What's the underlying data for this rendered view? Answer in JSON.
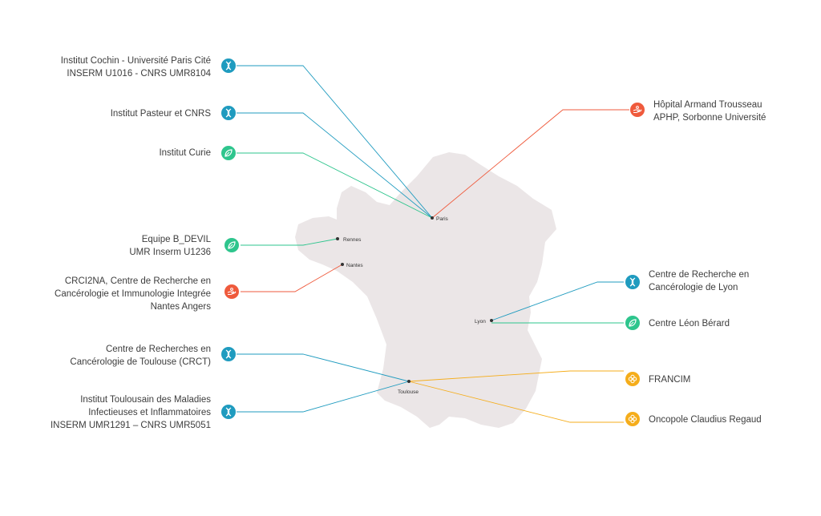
{
  "colors": {
    "blue": "#1f9bbf",
    "green": "#2ec58d",
    "red": "#ef5a3c",
    "yellow": "#f5ad1b",
    "map": "#ebe6e7"
  },
  "cities": {
    "paris": "Paris",
    "rennes": "Rennes",
    "nantes": "Nantes",
    "lyon": "Lyon",
    "toulouse": "Toulouse"
  },
  "labels": [
    {
      "key": "cochin",
      "lines": [
        "Institut Cochin  - Université Paris Cité",
        "INSERM U1016 - CNRS UMR8104"
      ],
      "icon": "dna-icon",
      "color": "blue"
    },
    {
      "key": "pasteur",
      "lines": [
        "Institut Pasteur et CNRS"
      ],
      "icon": "dna-icon",
      "color": "blue"
    },
    {
      "key": "curie",
      "lines": [
        "Institut Curie"
      ],
      "icon": "leaf-icon",
      "color": "green"
    },
    {
      "key": "bdevil",
      "lines": [
        "Equipe B_DEVIL",
        "UMR Inserm U1236"
      ],
      "icon": "leaf-icon",
      "color": "green"
    },
    {
      "key": "crci2na",
      "lines": [
        "CRCI2NA, Centre de Recherche en",
        "Cancérologie et Immunologie Integrée",
        "Nantes Angers"
      ],
      "icon": "hand-icon",
      "color": "red"
    },
    {
      "key": "crct",
      "lines": [
        "Centre de Recherches en",
        "Cancérologie de Toulouse (CRCT)"
      ],
      "icon": "dna-icon",
      "color": "blue"
    },
    {
      "key": "toulousain",
      "lines": [
        "Institut Toulousain des Maladies",
        "Infectieuses et Inflammatoires",
        "INSERM UMR1291 – CNRS UMR5051"
      ],
      "icon": "dna-icon",
      "color": "blue"
    },
    {
      "key": "trousseau",
      "lines": [
        "Hôpital Armand Trousseau",
        "APHP, Sorbonne Université"
      ],
      "icon": "hand-icon",
      "color": "red"
    },
    {
      "key": "crcl",
      "lines": [
        "Centre de Recherche en",
        "Cancérologie de Lyon"
      ],
      "icon": "dna-icon",
      "color": "blue"
    },
    {
      "key": "berard",
      "lines": [
        "Centre Léon Bérard"
      ],
      "icon": "leaf-icon",
      "color": "green"
    },
    {
      "key": "francim",
      "lines": [
        "FRANCIM"
      ],
      "icon": "flower-icon",
      "color": "yellow"
    },
    {
      "key": "oncopole",
      "lines": [
        "Oncopole Claudius Regaud"
      ],
      "icon": "flower-icon",
      "color": "yellow"
    }
  ]
}
